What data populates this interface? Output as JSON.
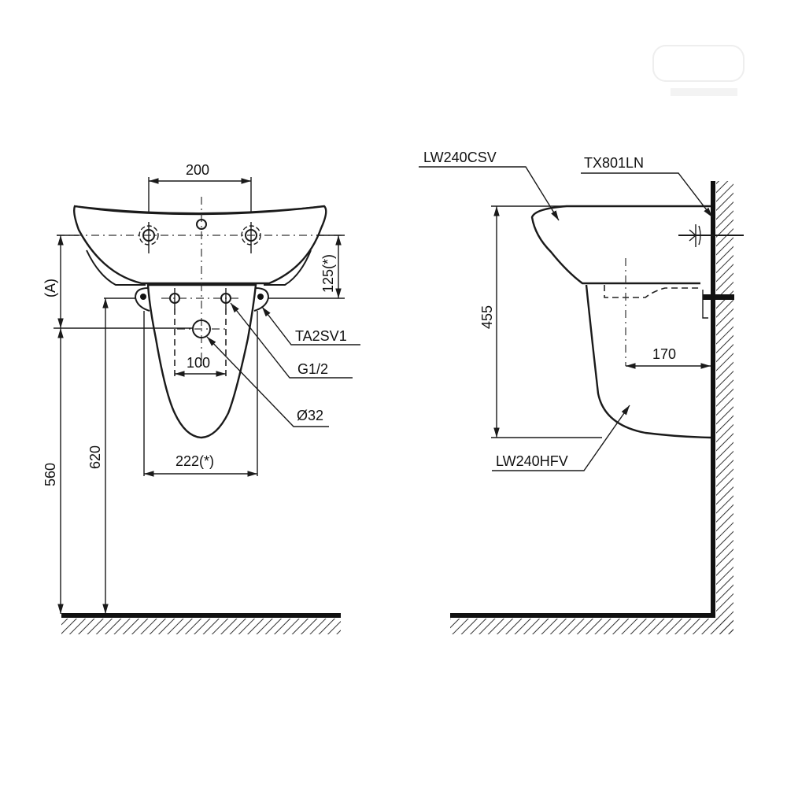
{
  "front_view": {
    "dim_faucet_spacing": "200",
    "dim_height_a": "(A)",
    "dim_hole_offset": "125(*)",
    "dim_drain_spacing": "100",
    "dim_pedestal_width": "222(*)",
    "dim_floor_to_drain": "560",
    "dim_floor_to_supply": "620",
    "callout_bracket": "TA2SV1",
    "callout_supply": "G1/2",
    "callout_drain": "Ø32"
  },
  "side_view": {
    "callout_basin": "LW240CSV",
    "callout_fixing": "TX801LN",
    "callout_pedestal": "LW240HFV",
    "dim_basin_height": "455",
    "dim_wall_to_drain": "170"
  },
  "colors": {
    "line": "#1a1a1a",
    "background": "#ffffff"
  }
}
